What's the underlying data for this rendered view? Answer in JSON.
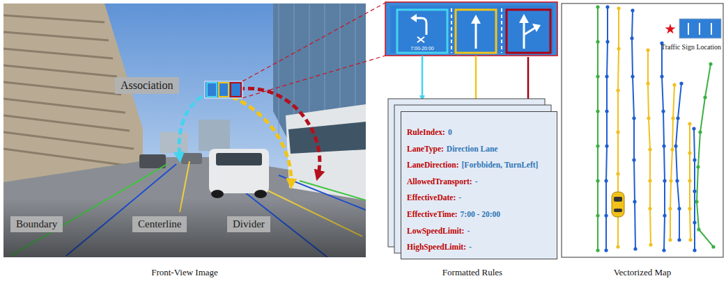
{
  "diagram": {
    "nodes": [
      {
        "text": [
          "Association"
        ]
      },
      {
        "text": [
          "Boundary"
        ]
      },
      {
        "text": [
          "Centerline"
        ]
      },
      {
        "text": [
          "Divider"
        ]
      },
      {
        "text": [
          "RuleIndex:",
          "0",
          "LaneType:",
          "Direction Lane",
          "LaneDirection:",
          "[Forbbiden, TurnLeft]",
          "AllowedTransport:",
          "-",
          "EffectiveDate:",
          "-",
          "EffectiveTime:",
          "7:00 - 20:00",
          "LowSpeedLimit:",
          "-",
          "HighSpeedLimit:",
          "-"
        ]
      }
    ],
    "labels": [
      "7:00-20:00",
      "Traffic Sign Location",
      "Front-View Image",
      "Formatted Rules",
      "Vectorized Map"
    ]
  }
}
